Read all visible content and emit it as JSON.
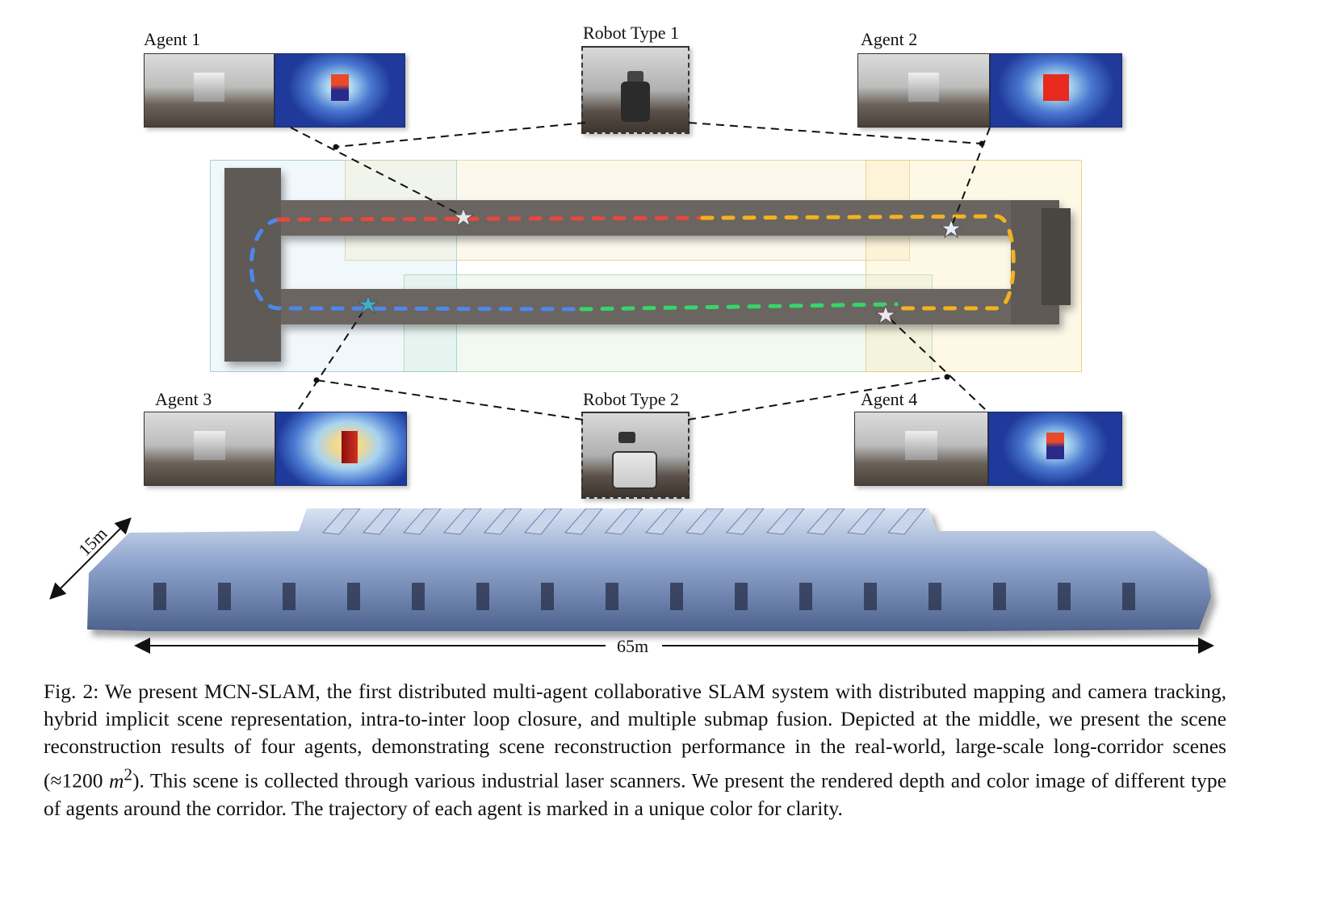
{
  "figure": {
    "labels": {
      "agent1": "Agent 1",
      "agent2": "Agent 2",
      "agent3": "Agent 3",
      "agent4": "Agent 4",
      "robot1": "Robot Type 1",
      "robot2": "Robot Type 2"
    },
    "dimensions": {
      "width": "65m",
      "depth": "15m"
    },
    "trajectory_colors": {
      "agent1": "#e8473f",
      "agent2": "#f2b21f",
      "agent3": "#4d88e8",
      "agent4": "#38d46a"
    },
    "depth_colormap": [
      "#1f3a9a",
      "#4a78d0",
      "#a8d4f0",
      "#f4e6a0",
      "#e84a2a",
      "#8a0f0f"
    ]
  },
  "caption": {
    "prefix": "Fig. 2: We present MCN-SLAM, the first distributed multi-agent collaborative SLAM system with distributed mapping and camera tracking, hybrid implicit scene representation, intra-to-inter loop closure, and multiple submap fusion. Depicted at the middle, we present the scene reconstruction results of four agents, demonstrating scene reconstruction performance in the real-world, large-scale long-corridor scenes (≈1200 ",
    "math_base": "m",
    "math_sup": "2",
    "suffix": "). This scene is collected through various industrial laser scanners. We present the rendered depth and color image of different type of agents around the corridor. The trajectory of each agent is marked in a unique color for clarity."
  }
}
